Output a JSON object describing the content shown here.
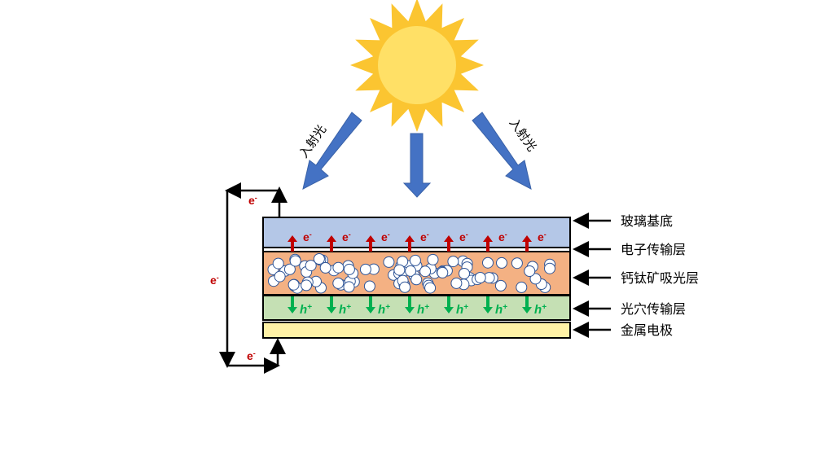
{
  "layers": [
    {
      "name": "玻璃基底",
      "color": "#b4c7e7"
    },
    {
      "name": "电子传输层",
      "color": "#ffffff"
    },
    {
      "name": "钙钛矿吸光层",
      "color": "#f4b183"
    },
    {
      "name": "光穴传输层",
      "color": "#c5e0b4"
    },
    {
      "name": "金属电极",
      "color": "#fff2a6"
    }
  ],
  "incident_light": "入射光",
  "electron": "e",
  "electron_sup": "-",
  "hole": "h",
  "hole_sup": "+",
  "colors": {
    "sun": "#ffd24a",
    "sun_core": "#ffe066",
    "arrow": "#4472c4",
    "electron": "#c00000",
    "hole": "#00b050"
  }
}
